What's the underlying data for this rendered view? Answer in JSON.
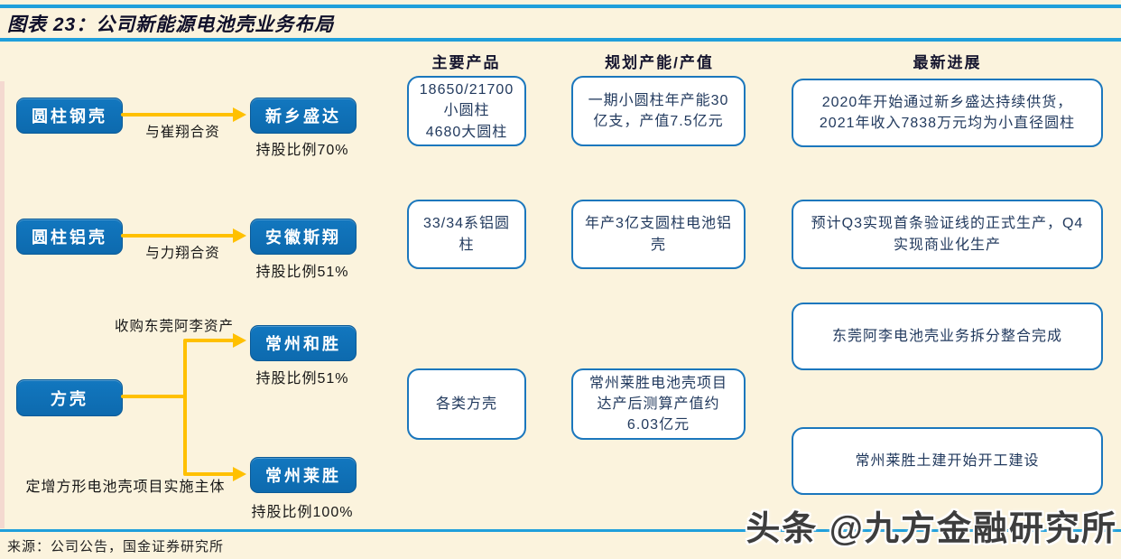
{
  "figure": {
    "title": "图表 23：公司新能源电池壳业务布局",
    "source_note": "来源：公司公告，国金证券研究所",
    "watermark": "头条 @九方金融研究所"
  },
  "columns": {
    "products": "主要产品",
    "capacity": "规划产能/产值",
    "progress": "最新进展"
  },
  "colors": {
    "background": "#FBF3DD",
    "rule_blue": "#1F9FDB",
    "node_blue": "#0D6AAE",
    "box_border_blue": "#1B77BD",
    "arrow_yellow": "#FFC000"
  },
  "rows": {
    "steel": {
      "source": "圆柱钢壳",
      "arrow_label": "与崔翔合资",
      "target": "新乡盛达",
      "holding": "持股比例70%",
      "products": "18650/21700\n小圆柱\n4680大圆柱",
      "capacity": "一期小圆柱年产能30亿支，产值7.5亿元",
      "progress": "2020年开始通过新乡盛达持续供货，2021年收入7838万元均为小直径圆柱"
    },
    "aluminum": {
      "source": "圆柱铝壳",
      "arrow_label": "与力翔合资",
      "target": "安徽斯翔",
      "holding": "持股比例51%",
      "products": "33/34系铝圆柱",
      "capacity": "年产3亿支圆柱电池铝壳",
      "progress": "预计Q3实现首条验证线的正式生产，Q4实现商业化生产"
    },
    "square": {
      "source": "方壳",
      "products": "各类方壳",
      "capacity": "常州莱胜电池壳项目达产后测算产值约6.03亿元",
      "branch_hesheng": {
        "arrow_label": "收购东莞阿李资产",
        "target": "常州和胜",
        "holding": "持股比例51%",
        "progress": "东莞阿李电池壳业务拆分整合完成"
      },
      "branch_laisheng": {
        "arrow_label": "定增方形电池壳项目实施主体",
        "target": "常州莱胜",
        "holding": "持股比例100%",
        "progress": "常州莱胜土建开始开工建设"
      }
    }
  }
}
